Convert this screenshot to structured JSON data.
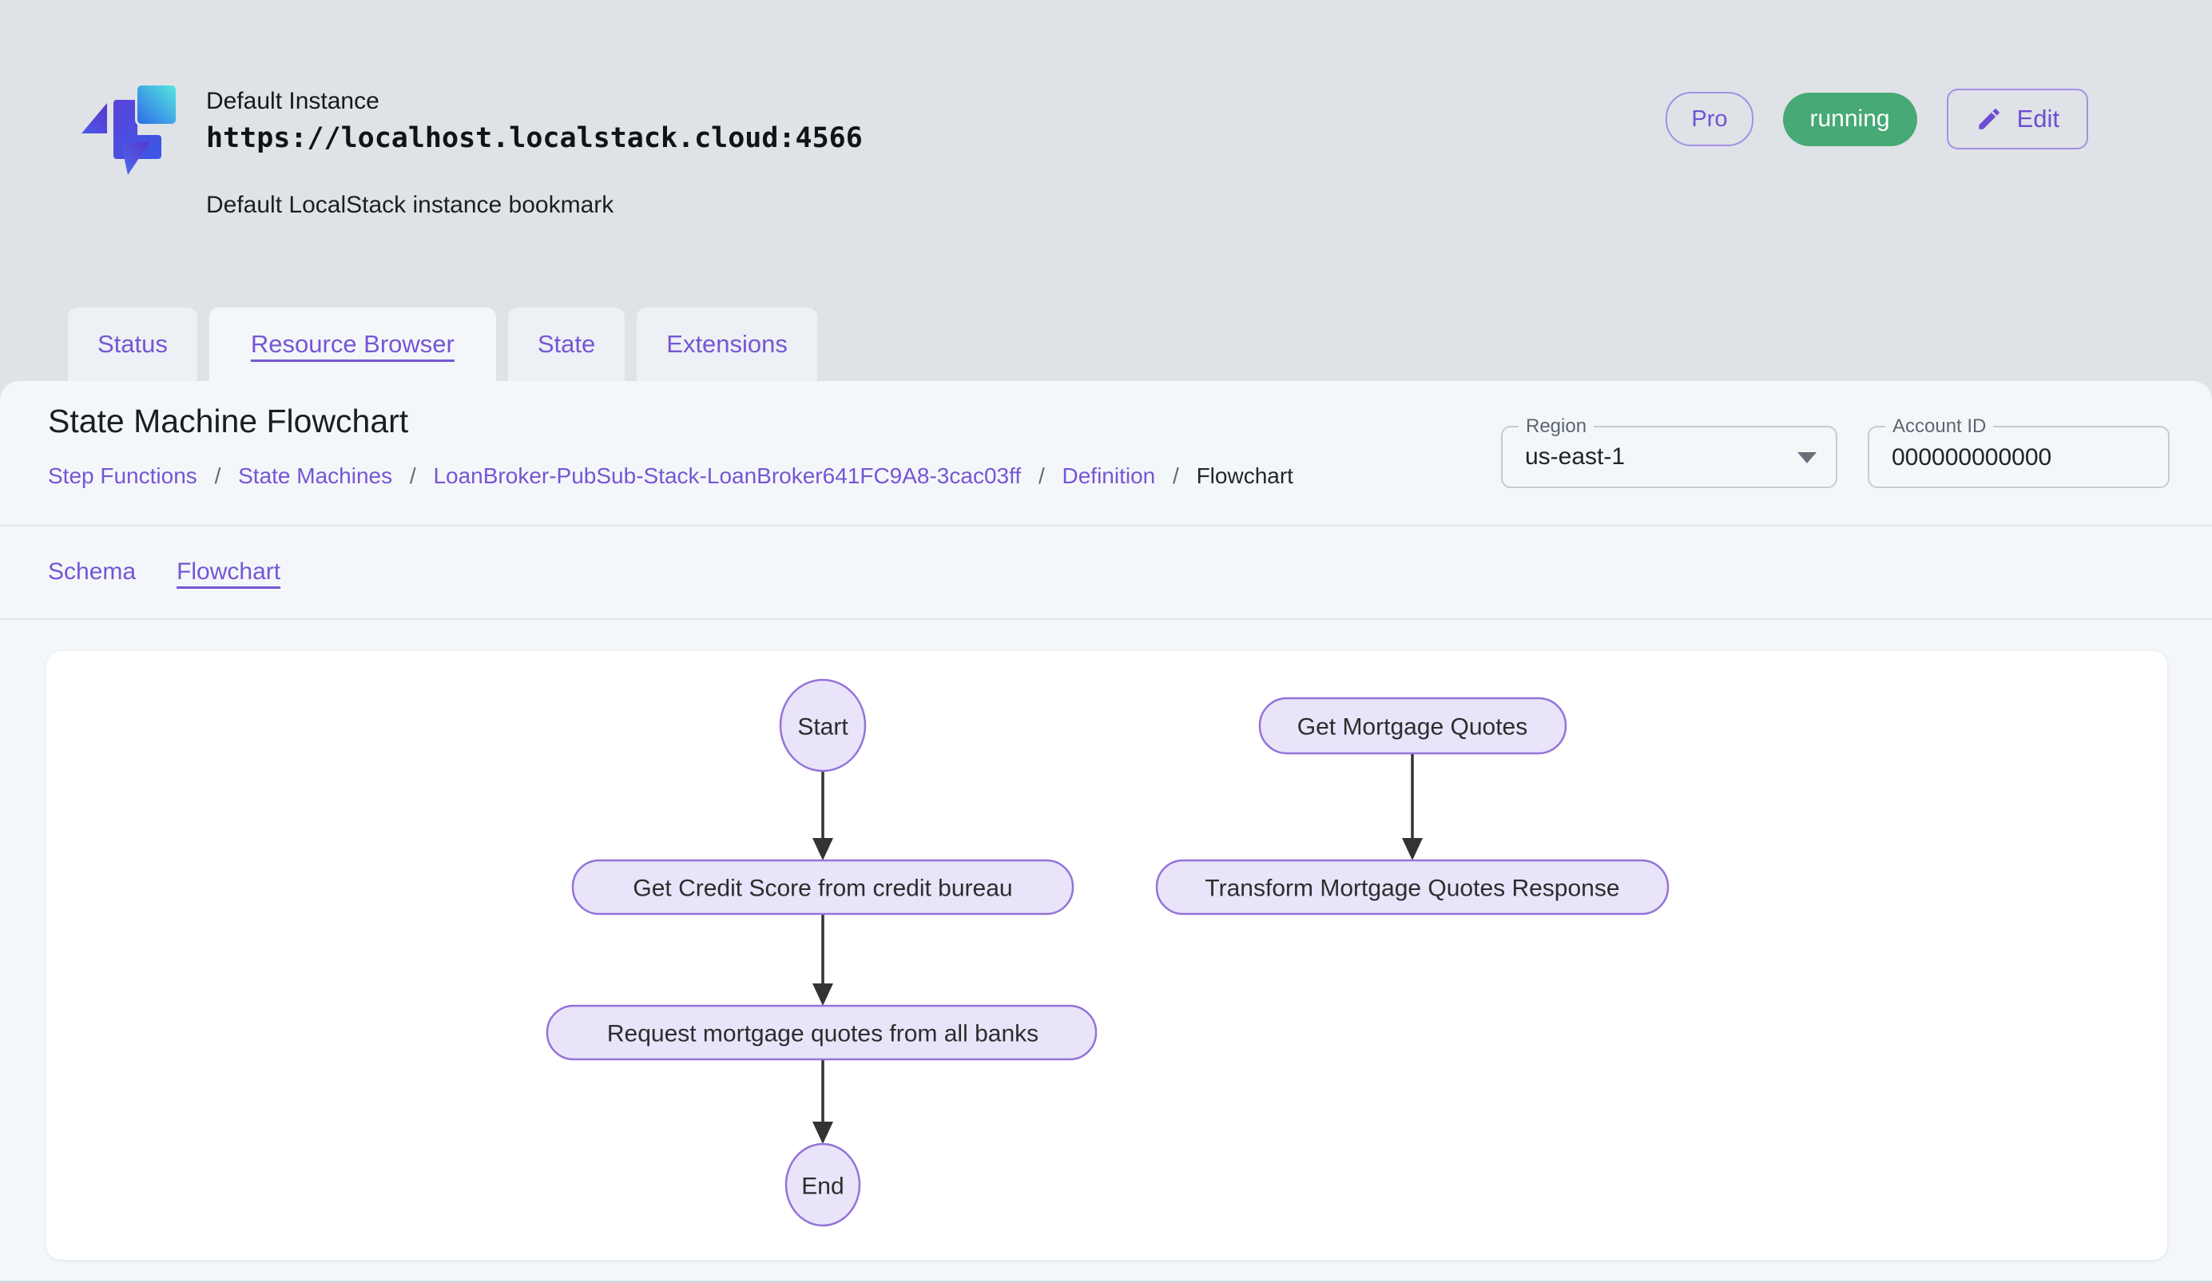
{
  "header": {
    "title": "Default Instance",
    "url": "https://localhost.localstack.cloud:4566",
    "subtitle": "Default LocalStack instance bookmark",
    "pro_badge": "Pro",
    "status_badge": "running",
    "edit_label": "Edit"
  },
  "tabs": [
    {
      "label": "Status",
      "active": false
    },
    {
      "label": "Resource Browser",
      "active": true
    },
    {
      "label": "State",
      "active": false
    },
    {
      "label": "Extensions",
      "active": false
    }
  ],
  "page": {
    "title": "State Machine Flowchart",
    "breadcrumbs": [
      "Step Functions",
      "State Machines",
      "LoanBroker-PubSub-Stack-LoanBroker641FC9A8-3cac03ff",
      "Definition",
      "Flowchart"
    ],
    "crumb_sep": "/",
    "region": {
      "label": "Region",
      "value": "us-east-1"
    },
    "account": {
      "label": "Account ID",
      "value": "000000000000"
    },
    "subtabs": [
      {
        "label": "Schema",
        "active": false
      },
      {
        "label": "Flowchart",
        "active": true
      }
    ]
  },
  "flowchart": {
    "nodes": [
      {
        "id": "start",
        "shape": "ellipse",
        "label": "Start"
      },
      {
        "id": "get-mortgage-quotes",
        "shape": "rounded-rect",
        "label": "Get Mortgage Quotes"
      },
      {
        "id": "get-credit-score",
        "shape": "rounded-rect",
        "label": "Get Credit Score from credit bureau"
      },
      {
        "id": "transform-mortgage-quotes-response",
        "shape": "rounded-rect",
        "label": "Transform Mortgage Quotes Response"
      },
      {
        "id": "request-mortgage-quotes",
        "shape": "rounded-rect",
        "label": "Request mortgage quotes from all banks"
      },
      {
        "id": "end",
        "shape": "ellipse",
        "label": "End"
      }
    ],
    "edges": [
      {
        "from": "start",
        "to": "get-credit-score"
      },
      {
        "from": "get-mortgage-quotes",
        "to": "transform-mortgage-quotes-response"
      },
      {
        "from": "get-credit-score",
        "to": "request-mortgage-quotes"
      },
      {
        "from": "request-mortgage-quotes",
        "to": "end"
      }
    ]
  },
  "colors": {
    "page_bg": "#dfe2e7",
    "panel_bg": "#f4f7fa",
    "card_bg": "#ffffff",
    "accent_purple": "#7656d4",
    "node_fill": "#e9e4fa",
    "node_border": "#9473d8",
    "status_green": "#47a975",
    "arrow": "#333333"
  }
}
